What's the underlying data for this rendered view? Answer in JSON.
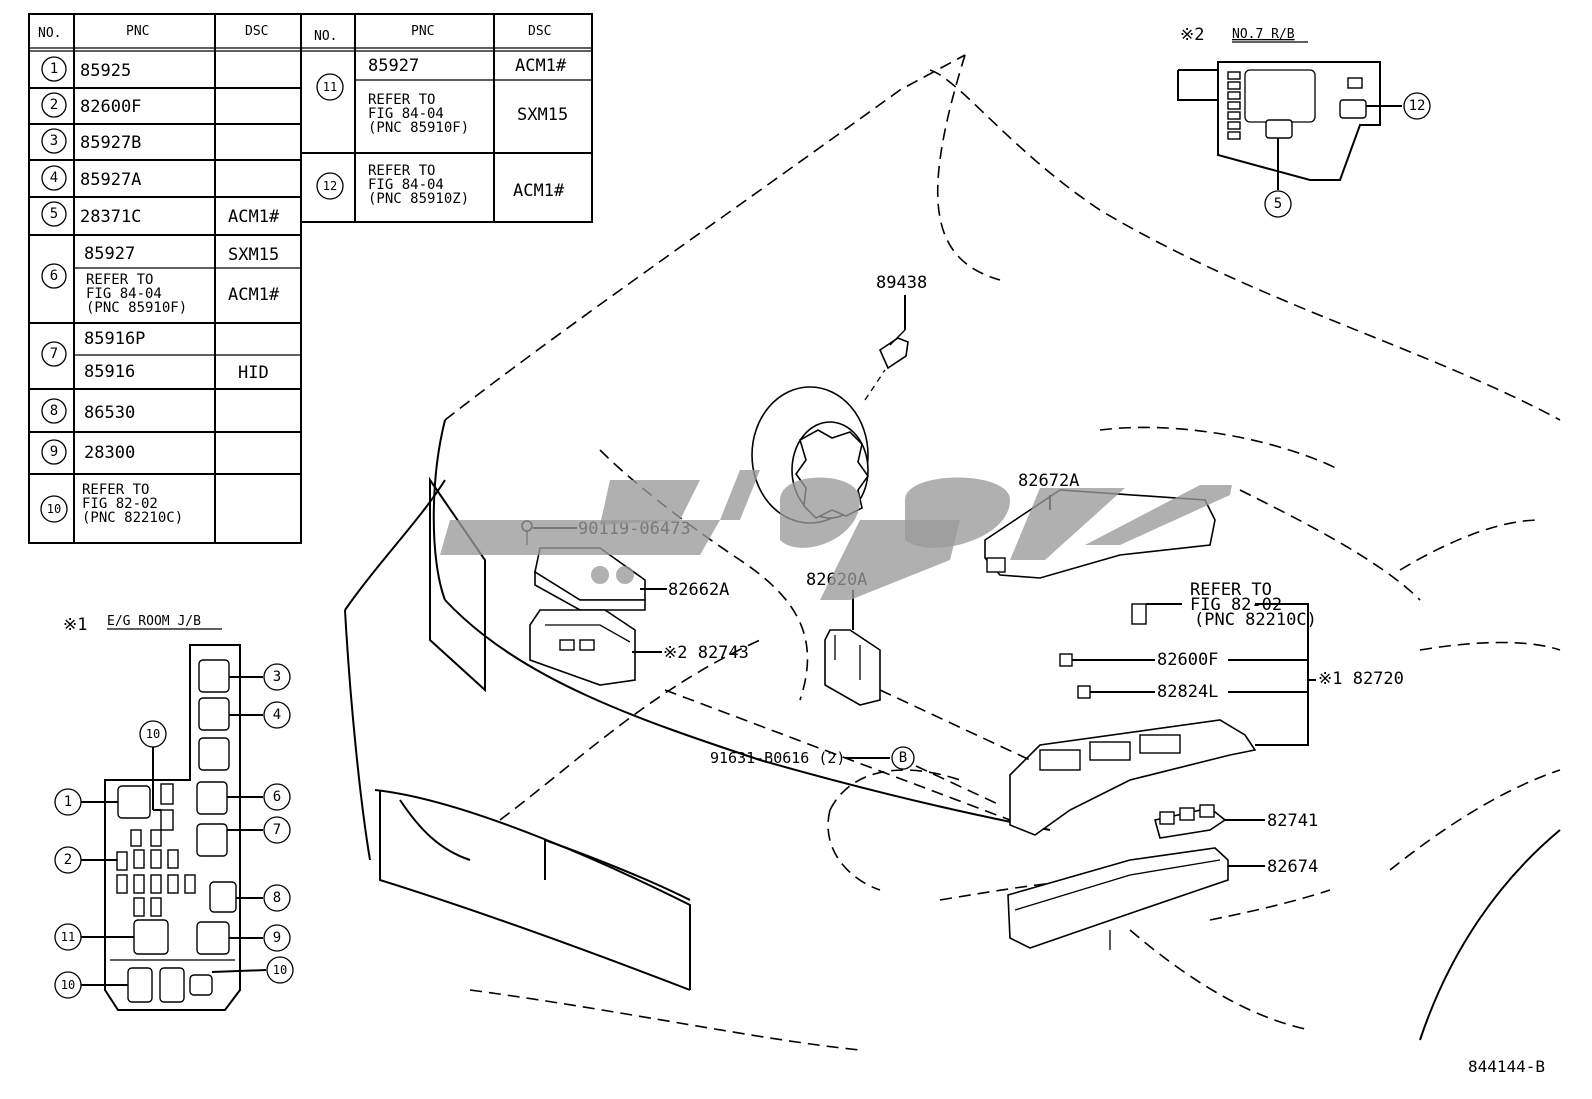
{
  "table1": {
    "headers": [
      "NO.",
      "PNC",
      "DSC"
    ],
    "rows": [
      {
        "no": "1",
        "lines": [
          {
            "pnc": "85925",
            "dsc": ""
          }
        ]
      },
      {
        "no": "2",
        "lines": [
          {
            "pnc": "82600F",
            "dsc": ""
          }
        ]
      },
      {
        "no": "3",
        "lines": [
          {
            "pnc": "85927B",
            "dsc": ""
          }
        ]
      },
      {
        "no": "4",
        "lines": [
          {
            "pnc": "85927A",
            "dsc": ""
          }
        ]
      },
      {
        "no": "5",
        "lines": [
          {
            "pnc": "28371C",
            "dsc": "ACM1#"
          }
        ]
      },
      {
        "no": "6",
        "lines": [
          {
            "pnc": "85927",
            "dsc": "SXM15"
          },
          {
            "pnc": "REFER TO\nFIG 84-04\n (PNC 85910F)",
            "dsc": "ACM1#"
          }
        ]
      },
      {
        "no": "7",
        "lines": [
          {
            "pnc": "85916P",
            "dsc": ""
          },
          {
            "pnc": "85916",
            "dsc": "HID"
          }
        ]
      },
      {
        "no": "8",
        "lines": [
          {
            "pnc": "86530",
            "dsc": ""
          }
        ]
      },
      {
        "no": "9",
        "lines": [
          {
            "pnc": "28300",
            "dsc": ""
          }
        ]
      },
      {
        "no": "10",
        "lines": [
          {
            "pnc": "REFER TO\nFIG 82-02\n (PNC 82210C)",
            "dsc": ""
          }
        ]
      }
    ]
  },
  "table2": {
    "headers": [
      "NO.",
      "PNC",
      "DSC"
    ],
    "rows": [
      {
        "no": "11",
        "lines": [
          {
            "pnc": "85927",
            "dsc": "ACM1#"
          },
          {
            "pnc": "REFER TO\nFIG 84-04\n (PNC 85910F)",
            "dsc": "SXM15"
          }
        ]
      },
      {
        "no": "12",
        "lines": [
          {
            "pnc": "REFER TO\nFIG 84-04\n (PNC 85910Z)",
            "dsc": "ACM1#"
          }
        ]
      }
    ]
  },
  "inset1": {
    "mark": "※1",
    "title": "E/G ROOM J/B"
  },
  "inset2": {
    "mark": "※2",
    "title": "NO.7 R/B"
  },
  "labels": {
    "p89438": "89438",
    "p90119": "90119-06473",
    "p82662A": "82662A",
    "p82743": "※2 82743",
    "p82620A": "82620A",
    "p82672A": "82672A",
    "refer": "REFER TO\nFIG 82-02\n(PNC 82210C)",
    "p82600F": "82600F",
    "p82824L": "82824L",
    "p82720": "※1 82720",
    "p91631": "91631-B0616 (2)",
    "bolt_ref": "B",
    "p82741": "82741",
    "p82674": "82674"
  },
  "watermark": "وکیلی",
  "figure_id": "844144-B"
}
